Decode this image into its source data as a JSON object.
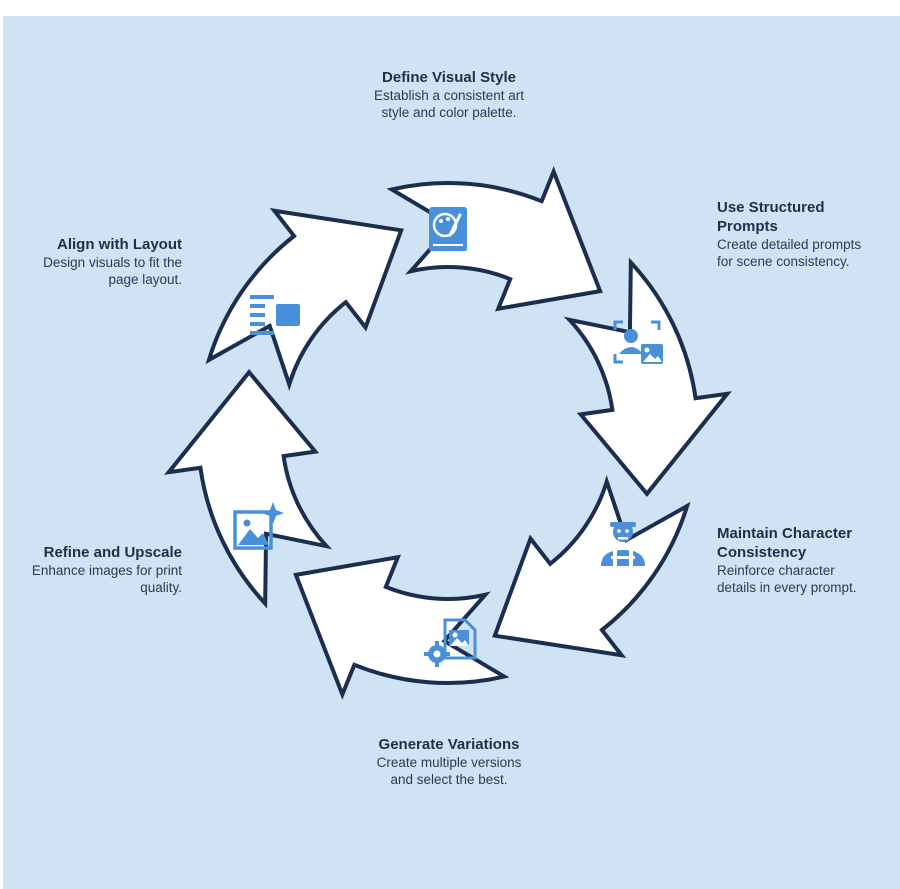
{
  "steps": [
    {
      "title": "Define Visual Style",
      "desc": "Establish a consistent art style and color palette.",
      "icon": "palette-book-icon"
    },
    {
      "title": "Use Structured Prompts",
      "desc": "Create detailed prompts for scene consistency.",
      "icon": "person-image-scan-icon"
    },
    {
      "title": "Maintain Character Consistency",
      "desc": "Reinforce character details in every prompt.",
      "icon": "character-icon"
    },
    {
      "title": "Generate Variations",
      "desc": "Create multiple versions and select the best.",
      "icon": "image-gear-icon"
    },
    {
      "title": "Refine and Upscale",
      "desc": "Enhance images for print quality.",
      "icon": "image-sparkle-icon"
    },
    {
      "title": "Align with Layout",
      "desc": "Design visuals to fit the page layout.",
      "icon": "layout-icon"
    }
  ],
  "colors": {
    "background": "#cfe3f5",
    "ring_fill": "#ffffff",
    "ring_stroke": "#1c2e4f",
    "icon": "#4a90d9",
    "title_text": "#1e2f4d"
  }
}
